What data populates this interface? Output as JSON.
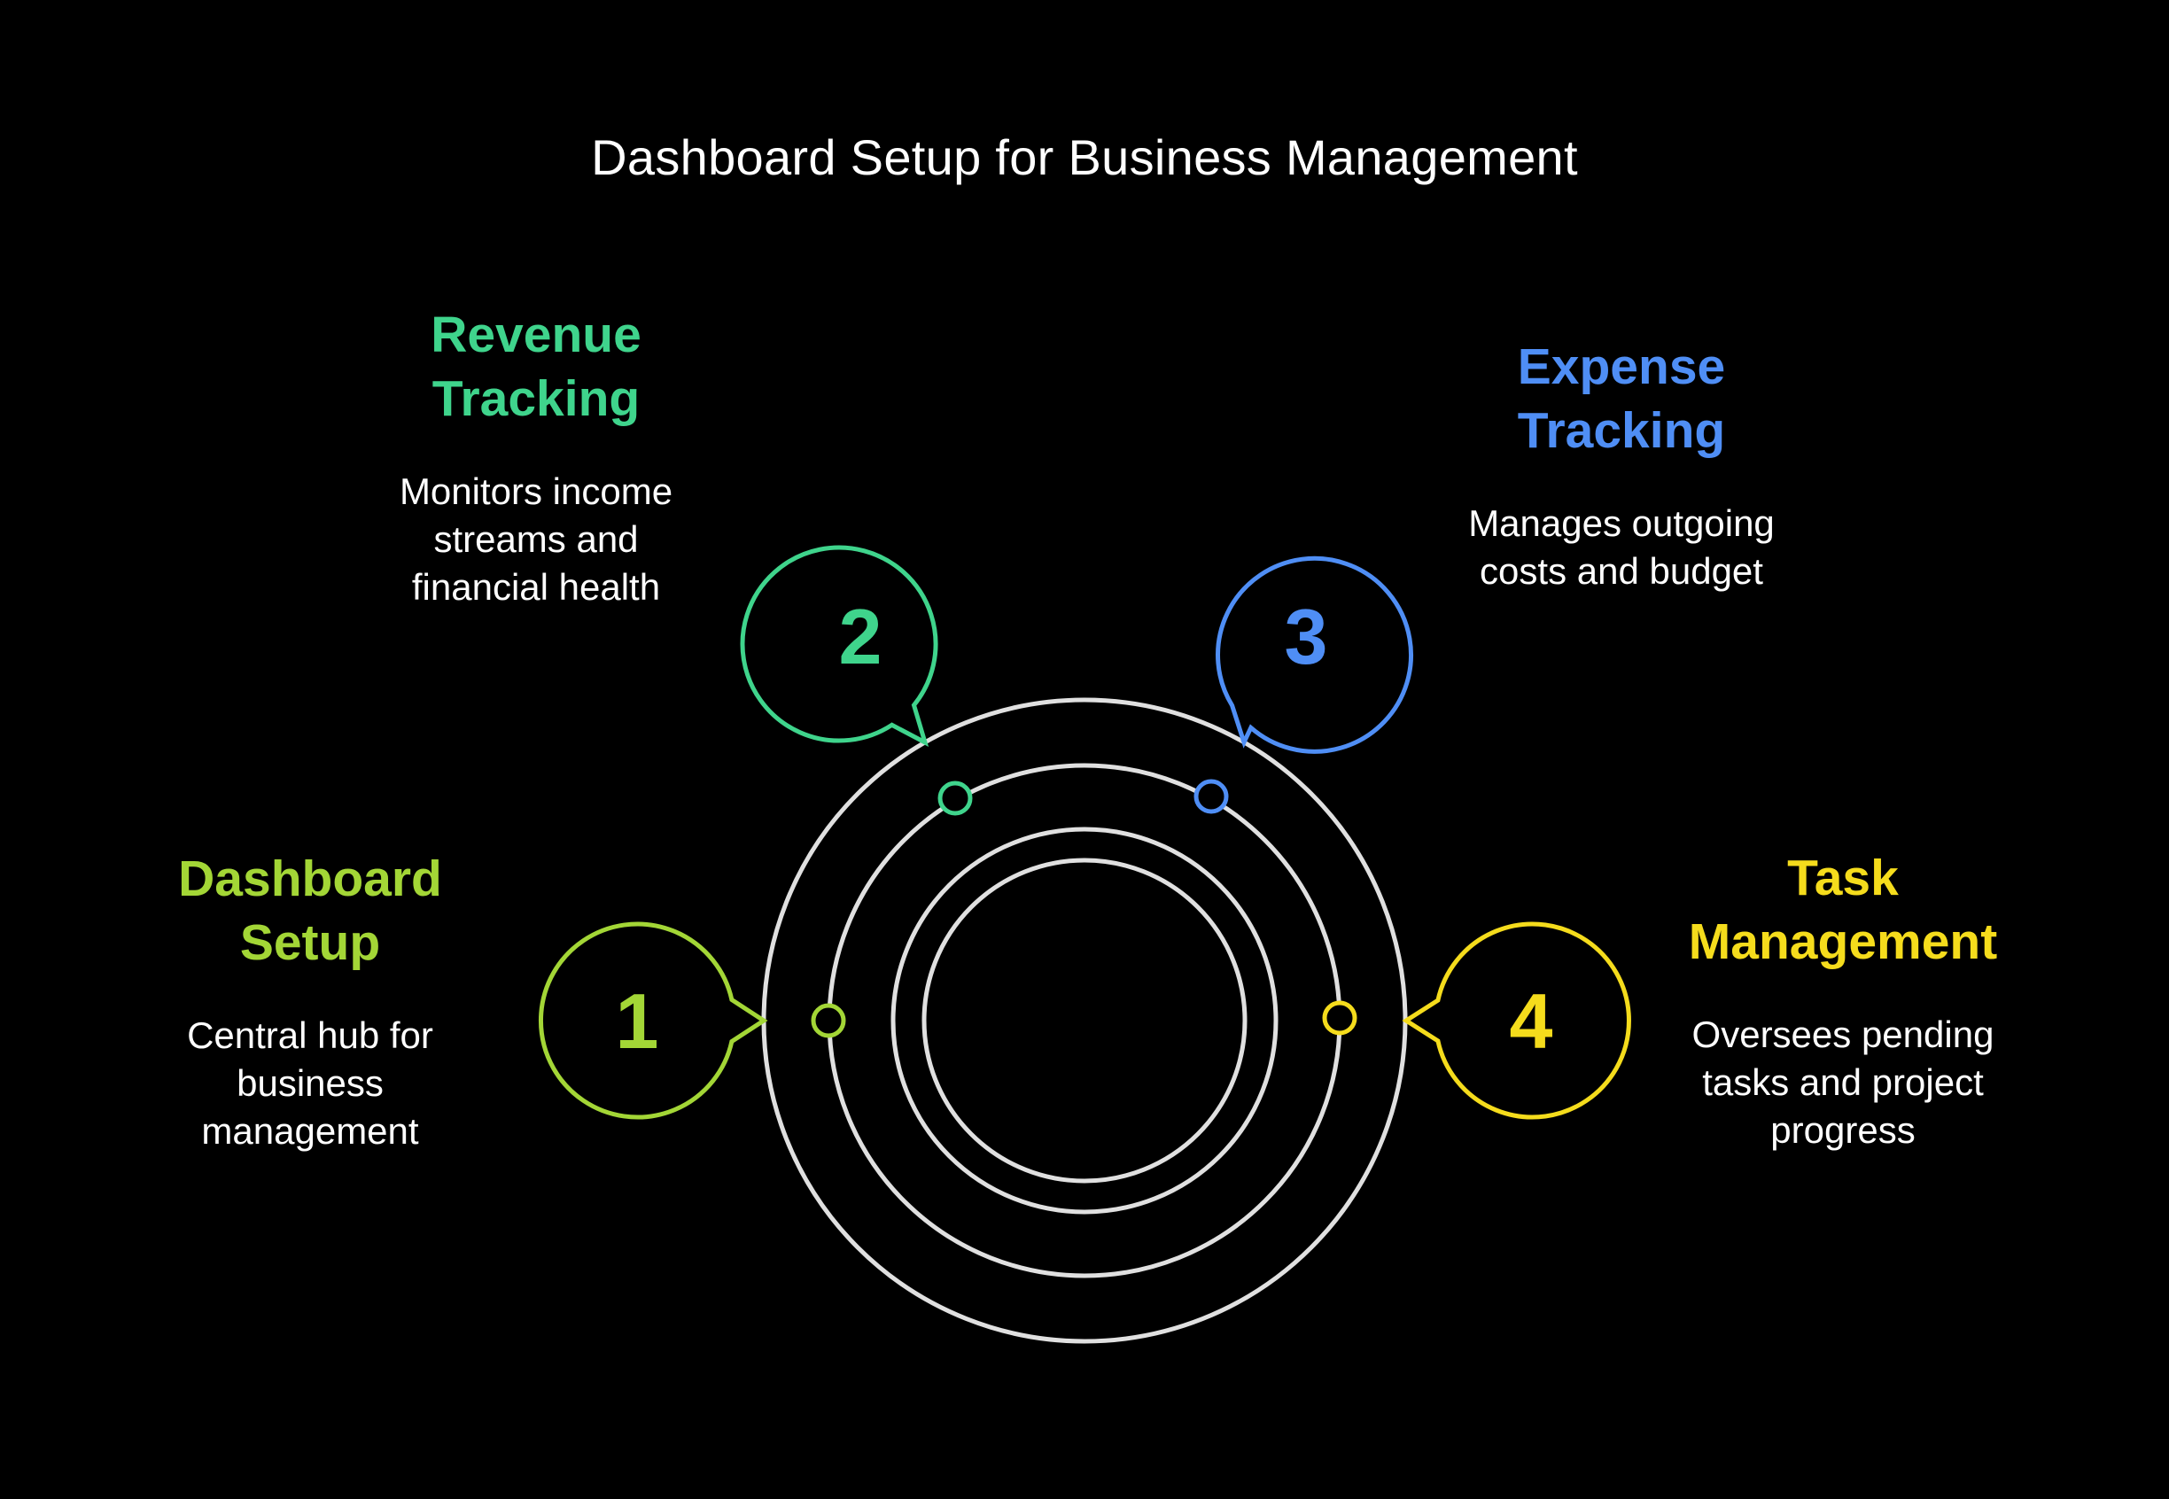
{
  "title": "Dashboard Setup for Business Management",
  "colors": {
    "background": "#000000",
    "rings": "#e0e0e0",
    "step1": "#a3d636",
    "step2": "#3fd48c",
    "step3": "#4f8ef5",
    "step4": "#f5dc1c"
  },
  "steps": [
    {
      "number": "1",
      "heading_line1": "Dashboard",
      "heading_line2": "Setup",
      "desc_line1": "Central hub for",
      "desc_line2": "business",
      "desc_line3": "management"
    },
    {
      "number": "2",
      "heading_line1": "Revenue",
      "heading_line2": "Tracking",
      "desc_line1": "Monitors income",
      "desc_line2": "streams and",
      "desc_line3": "financial health"
    },
    {
      "number": "3",
      "heading_line1": "Expense",
      "heading_line2": "Tracking",
      "desc_line1": "Manages outgoing",
      "desc_line2": "costs and budget"
    },
    {
      "number": "4",
      "heading_line1": "Task",
      "heading_line2": "Management",
      "desc_line1": "Oversees pending",
      "desc_line2": "tasks and project",
      "desc_line3": "progress"
    }
  ]
}
